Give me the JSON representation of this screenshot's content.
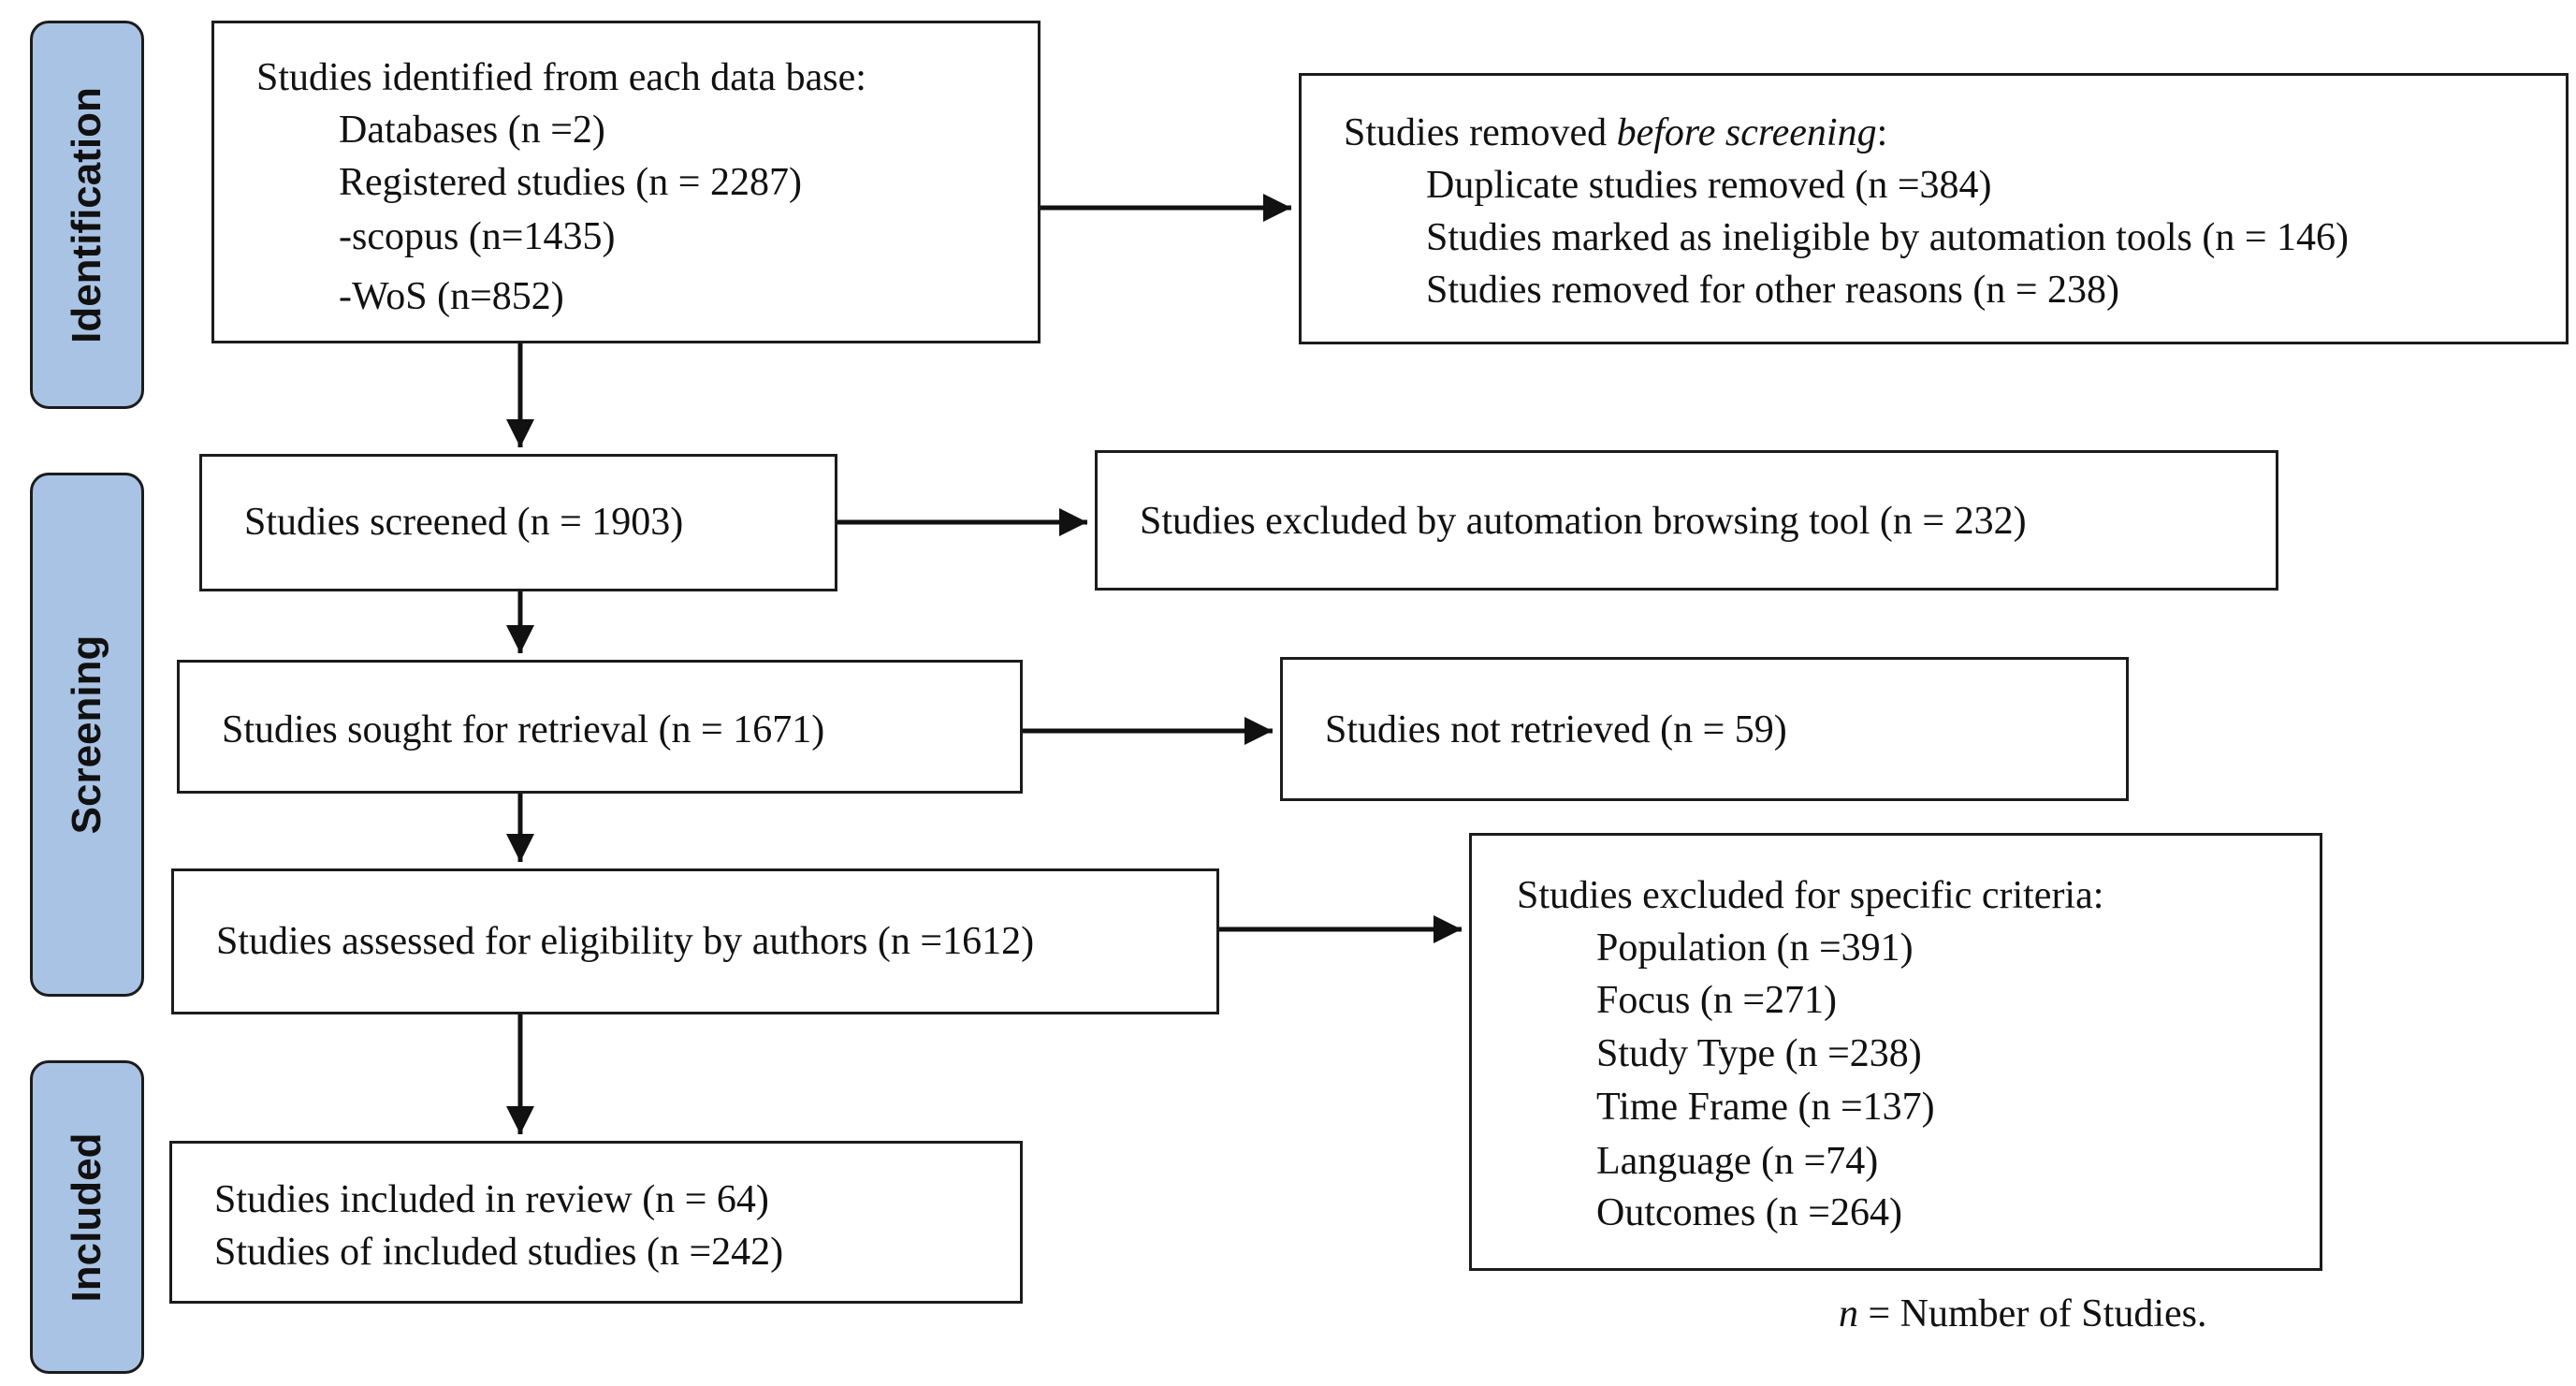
{
  "phases": {
    "identification": "Identification",
    "screening": "Screening",
    "included": "Included"
  },
  "identified": {
    "header": "Studies identified from each data base:",
    "items": [
      "Databases (n =2)",
      "Registered studies (n = 2287)",
      "-scopus (n=1435)",
      "-WoS (n=852)"
    ]
  },
  "removed": {
    "header_prefix": "Studies removed ",
    "header_emphasis": "before screening",
    "header_suffix": ":",
    "items": [
      "Duplicate studies removed (n =384)",
      "Studies marked as ineligible by automation tools (n = 146)",
      "Studies removed for other reasons (n = 238)"
    ]
  },
  "screened": "Studies screened (n = 1903)",
  "excluded_automation": "Studies excluded by automation browsing tool (n = 232)",
  "sought": "Studies sought for retrieval (n = 1671)",
  "not_retrieved": "Studies not retrieved (n = 59)",
  "assessed": "Studies assessed for eligibility by authors (n =1612)",
  "excluded_criteria": {
    "header": "Studies excluded for specific criteria:",
    "items": [
      "Population (n =391)",
      "Focus (n =271)",
      "Study Type (n =238)",
      "Time Frame (n =137)",
      "Language (n =74)",
      "Outcomes (n =264)"
    ]
  },
  "included": {
    "items": [
      "Studies included in review (n = 64)",
      "Studies of included studies (n =242)"
    ]
  },
  "footnote": {
    "n_symbol": "n",
    "text": " = Number of Studies."
  }
}
